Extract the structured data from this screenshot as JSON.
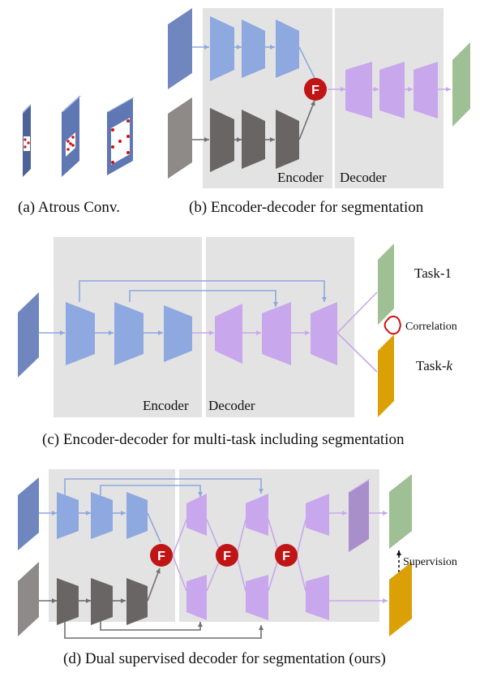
{
  "panel_a": {
    "caption": "(a)  Atrous Conv."
  },
  "panel_b": {
    "caption": "(b)  Encoder-decoder for segmentation",
    "encoder_label": "Encoder",
    "decoder_label": "Decoder",
    "fusion_label": "F"
  },
  "panel_c": {
    "caption": "(c)  Encoder-decoder for multi-task including segmentation",
    "encoder_label": "Encoder",
    "decoder_label": "Decoder",
    "task1_label": "Task-1",
    "taskk_prefix": "Task-",
    "taskk_var": "k",
    "correlation_label": "Correlation"
  },
  "panel_d": {
    "caption": "(d)  Dual supervised decoder for segmentation (ours)",
    "fusion_label": "F",
    "supervision_label": "Supervision"
  },
  "colors": {
    "encoder_blue": "#8ea8e0",
    "input_blue": "#6f86bf",
    "gray_block": "#6a6565",
    "decoder_purple": "#c9a7ec",
    "output_green": "#9fbf94",
    "output_orange": "#dca007",
    "fusion_red": "#c01515",
    "panel_gray": "#e3e3e3"
  }
}
